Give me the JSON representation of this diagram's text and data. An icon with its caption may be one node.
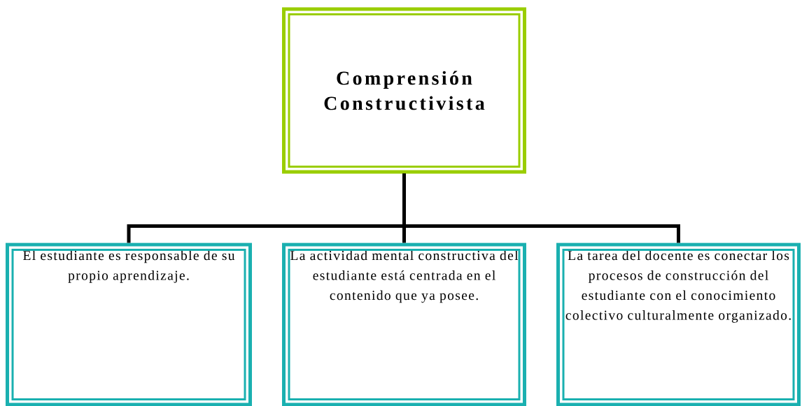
{
  "diagram": {
    "nodes": [
      {
        "text": [
          "Comprensión Constructivista"
        ]
      },
      {
        "text": [
          "El estudiante es responsable de su propio aprendizaje."
        ]
      },
      {
        "text": [
          "La actividad mental constructiva del estudiante está centrada en el contenido que ya posee."
        ]
      },
      {
        "text": [
          "La tarea del docente es conectar los procesos de construcción del estudiante con el conocimiento colectivo culturalmente organizado."
        ]
      }
    ],
    "edges": [
      {
        "from": 0,
        "to": 1,
        "arrow": "none"
      },
      {
        "from": 0,
        "to": 2,
        "arrow": "none"
      },
      {
        "from": 0,
        "to": 3,
        "arrow": "none"
      }
    ]
  }
}
